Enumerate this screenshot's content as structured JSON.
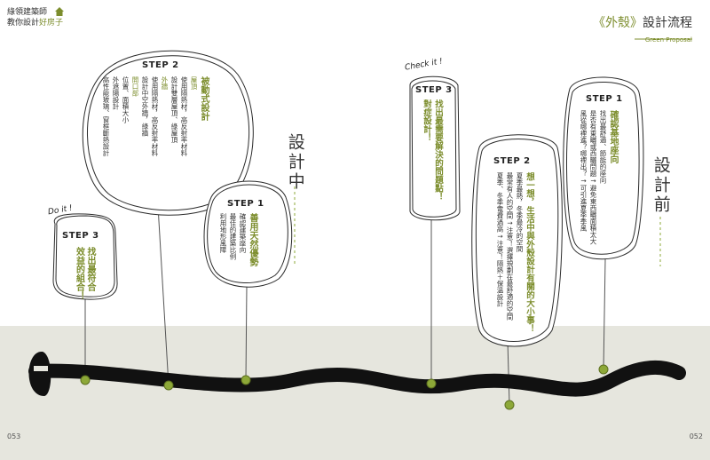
{
  "header": {
    "left_line1": "綠領建築師",
    "left_line2a": "教你設計",
    "left_line2b": "好房子",
    "right_title_bracket": "《外殼》",
    "right_title": "設計流程",
    "right_subtitle": "Green Proposal"
  },
  "phases": {
    "during": "設計中",
    "before": "設計前"
  },
  "notes": {
    "do_it": "Do it !",
    "check_it": "Check it !"
  },
  "bubbles": {
    "left_step3": {
      "step": "STEP 3",
      "lines": [
        "找出最符合",
        "效益的組合！"
      ]
    },
    "left_step2": {
      "step": "STEP 2",
      "heading": "被動式設計",
      "roof_label": "屋頂",
      "roof_lines": [
        "使用隔熱材，高反射率材料",
        "設計雙層屋頂、綠屋頂"
      ],
      "wall_label": "外牆",
      "wall_lines": [
        "使用隔熱材，高反射率材料",
        "設計中空外牆，綠牆"
      ],
      "opening_label": "開口部",
      "opening_lines": [
        "位置、面積大小",
        "外遮陽設計",
        "高性能玻璃、窗框斷熱設計"
      ]
    },
    "left_step1": {
      "step": "STEP 1",
      "heading": "善用天然優勢",
      "lines": [
        "確認建築座向",
        "最佳的建築比例",
        "利用地形風障"
      ]
    },
    "right_step3": {
      "step": "STEP 3",
      "lines": [
        "找出最需要解決的問題點！",
        "對症設計！"
      ]
    },
    "right_step2": {
      "step": "STEP 2",
      "heading": "想一想，生活中與外殼設計有關的大小事！",
      "lines": [
        "夏季最熱，冬季最冷的空間",
        "最常有人的空間→注意！選擇規劃在最舒適的空間",
        "夏季、冬季電費過高→注意！隔熱＋保溫設計"
      ]
    },
    "right_step1": {
      "step": "STEP 1",
      "heading": "確認基地座向",
      "lines": [
        "找出最舒適、節能的座向",
        "是否有東曬或西曬問題→避免東西曬面積太大",
        "風從哪裡進？哪裡出？→可引進夏季季風"
      ]
    }
  },
  "page_numbers": {
    "left": "053",
    "right": "052"
  },
  "colors": {
    "accent_green": "#7c8d2c",
    "road_black": "#111111",
    "ground_band": "#e6e6de",
    "dot_green": "#8da838"
  }
}
